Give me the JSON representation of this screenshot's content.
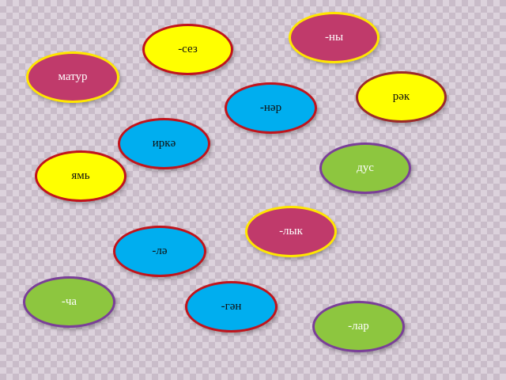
{
  "bubbles": {
    "ny": {
      "label": "-ны"
    },
    "sez": {
      "label": "-сез"
    },
    "matur": {
      "label": "матур"
    },
    "rek": {
      "label": "рәк"
    },
    "ner": {
      "label": "-нәр"
    },
    "irke": {
      "label": "иркә"
    },
    "dus": {
      "label": "дус"
    },
    "yam": {
      "label": "ямь"
    },
    "lyk": {
      "label": "-лык"
    },
    "le": {
      "label": "-лә"
    },
    "cha": {
      "label": "-ча"
    },
    "gen": {
      "label": "-гән"
    },
    "lar": {
      "label": "-лар"
    }
  },
  "colors": {
    "pink": "#c03a6b",
    "yellow": "#ffff00",
    "blue": "#00aeef",
    "green": "#8dc63f",
    "border_yellow": "#ffe600",
    "border_red": "#c0141c",
    "border_purple": "#7a3f98"
  }
}
